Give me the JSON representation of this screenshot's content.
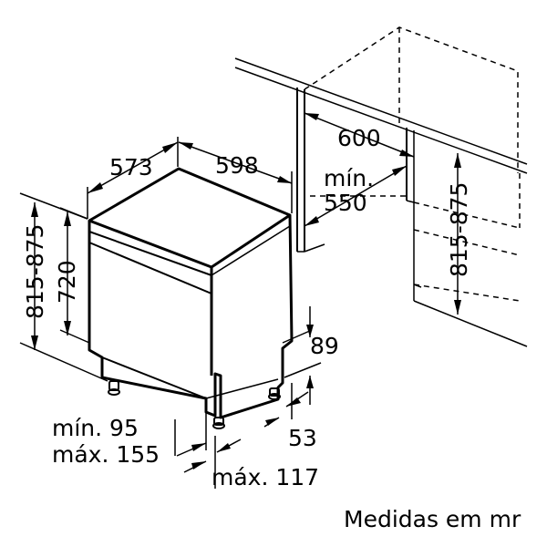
{
  "dimensions": {
    "depth": "573",
    "width": "598",
    "niche_width": "600",
    "niche_min_label": "mín.",
    "niche_min_depth": "550",
    "height_range_left": "815-875",
    "height_body": "720",
    "height_range_right": "815-875",
    "plinth_height": "89",
    "plinth_depth": "53",
    "foot_min": "mín. 95",
    "foot_max": "máx. 155",
    "door_max": "máx. 117"
  },
  "footer": {
    "units_note": "Medidas em mr"
  }
}
